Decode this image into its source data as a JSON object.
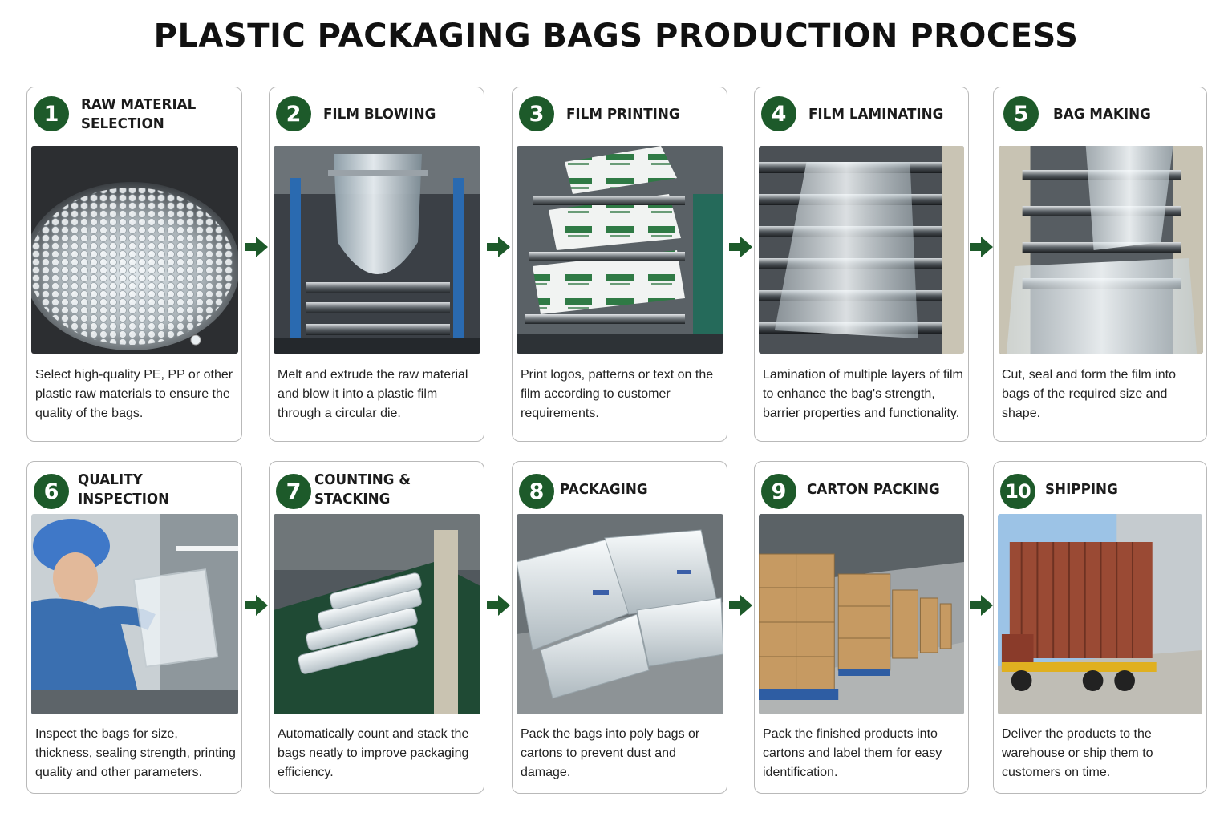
{
  "title": "PLASTIC PACKAGING BAGS PRODUCTION PROCESS",
  "colors": {
    "accent": "#1d5a2a",
    "border": "#b9b9b9",
    "arrow": "#1d5a2a"
  },
  "steps": [
    {
      "number": "1",
      "title": "RAW MATERIAL\nSELECTION",
      "description": "Select high-quality PE, PP or other plastic raw materials to ensure the quality of the bags.",
      "image": "plastic-pellets-image"
    },
    {
      "number": "2",
      "title": "FILM BLOWING",
      "description": "Melt and extrude the raw material and blow it into a plastic film through a circular die.",
      "image": "film-blowing-machine-image"
    },
    {
      "number": "3",
      "title": "FILM PRINTING",
      "description": "Print logos, patterns or text on the film according to customer requirements.",
      "image": "printing-press-image"
    },
    {
      "number": "4",
      "title": "FILM LAMINATING",
      "description": "Lamination of multiple layers of film to enhance the bag's strength, barrier properties and functionality.",
      "image": "laminating-rollers-image"
    },
    {
      "number": "5",
      "title": "BAG MAKING",
      "description": "Cut, seal and form the film into bags of the required size and shape.",
      "image": "bag-making-machine-image"
    },
    {
      "number": "6",
      "title": "QUALITY INSPECTION",
      "description": "Inspect the bags for size, thickness, sealing strength, printing quality and other parameters.",
      "image": "worker-inspecting-bag-image"
    },
    {
      "number": "7",
      "title": "COUNTING & STACKING",
      "description": "Automatically count and stack the bags neatly to improve packaging efficiency.",
      "image": "conveyor-stacked-bags-image"
    },
    {
      "number": "8",
      "title": "PACKAGING",
      "description": "Pack the bags into poly bags or cartons to prevent dust and damage.",
      "image": "packed-bags-image"
    },
    {
      "number": "9",
      "title": "CARTON PACKING",
      "description": "Pack the finished products into cartons and label them for easy identification.",
      "image": "warehouse-cartons-image"
    },
    {
      "number": "10",
      "title": "SHIPPING",
      "description": "Deliver the products to the warehouse or ship them to customers on time.",
      "image": "shipping-truck-image"
    }
  ]
}
